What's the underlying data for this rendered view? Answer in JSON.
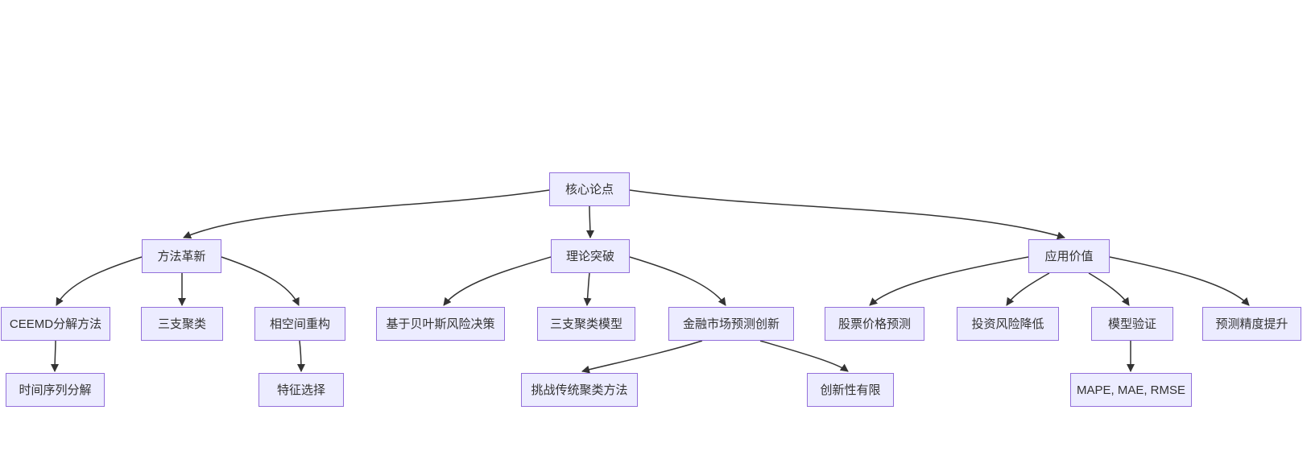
{
  "diagram": {
    "type": "flowchart-top-down",
    "background_color": "#ffffff",
    "node_fill_color": "#ECECFF",
    "node_border_color": "#9370DB",
    "node_text_color": "#333333",
    "edge_color": "#333333",
    "nodes": {
      "core": {
        "label": "核心论点",
        "level": 1
      },
      "method": {
        "label": "方法革新",
        "level": 2
      },
      "theory": {
        "label": "理论突破",
        "level": 2
      },
      "application": {
        "label": "应用价值",
        "level": 2
      },
      "ceemd": {
        "label": "CEEMD分解方法",
        "level": 3
      },
      "three_way": {
        "label": "三支聚类",
        "level": 3
      },
      "phase_space": {
        "label": "相空间重构",
        "level": 3
      },
      "bayes": {
        "label": "基于贝叶斯风险决策",
        "level": 3
      },
      "three_way_model": {
        "label": "三支聚类模型",
        "level": 3
      },
      "fin_innovation": {
        "label": "金融市场预测创新",
        "level": 3
      },
      "stock_pred": {
        "label": "股票价格预测",
        "level": 3
      },
      "risk_reduce": {
        "label": "投资风险降低",
        "level": 3
      },
      "model_valid": {
        "label": "模型验证",
        "level": 3
      },
      "precision": {
        "label": "预测精度提升",
        "level": 3
      },
      "time_series": {
        "label": "时间序列分解",
        "level": 4
      },
      "feature_sel": {
        "label": "特征选择",
        "level": 4
      },
      "challenge": {
        "label": "挑战传统聚类方法",
        "level": 4
      },
      "limited_innov": {
        "label": "创新性有限",
        "level": 4
      },
      "metrics": {
        "label": "MAPE, MAE, RMSE",
        "level": 4
      }
    },
    "edges": [
      {
        "from": "core",
        "to": "method"
      },
      {
        "from": "core",
        "to": "theory"
      },
      {
        "from": "core",
        "to": "application"
      },
      {
        "from": "method",
        "to": "ceemd"
      },
      {
        "from": "method",
        "to": "three_way"
      },
      {
        "from": "method",
        "to": "phase_space"
      },
      {
        "from": "theory",
        "to": "bayes"
      },
      {
        "from": "theory",
        "to": "three_way_model"
      },
      {
        "from": "theory",
        "to": "fin_innovation"
      },
      {
        "from": "application",
        "to": "stock_pred"
      },
      {
        "from": "application",
        "to": "risk_reduce"
      },
      {
        "from": "application",
        "to": "model_valid"
      },
      {
        "from": "application",
        "to": "precision"
      },
      {
        "from": "ceemd",
        "to": "time_series"
      },
      {
        "from": "phase_space",
        "to": "feature_sel"
      },
      {
        "from": "fin_innovation",
        "to": "challenge"
      },
      {
        "from": "fin_innovation",
        "to": "limited_innov"
      },
      {
        "from": "model_valid",
        "to": "metrics"
      }
    ]
  }
}
